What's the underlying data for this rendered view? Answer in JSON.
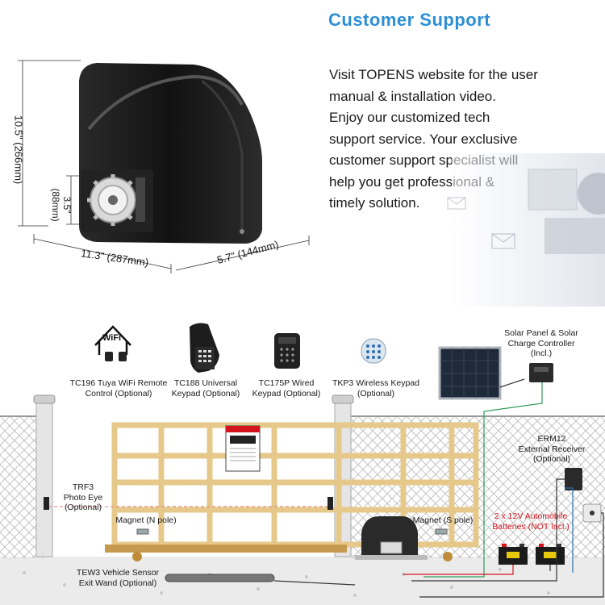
{
  "header": {
    "title": "Customer  Support"
  },
  "description": {
    "lines": [
      "Visit TOPENS website for the user",
      "manual & installation video.",
      "Enjoy our customized tech",
      "support service. Your exclusive",
      "customer support specialist will",
      "help you get professional &",
      "timely solution."
    ]
  },
  "dimensions": {
    "height": "10.5\" (266mm)",
    "gear_height_top": "3.5\"",
    "gear_height_bottom": "(88mm)",
    "width": "11.3\" (287mm)",
    "depth": "5.7\" (144mm)"
  },
  "accessories": {
    "wifi_icon_text": "WiFi",
    "tc196": [
      "TC196 Tuya WiFi Remote",
      "Control (Optional)"
    ],
    "tc188": [
      "TC188 Universal",
      "Keypad (Optional)"
    ],
    "tc175p": [
      "TC175P Wired",
      "Keypad (Optional)"
    ],
    "tkp3": [
      "TKP3 Wireless Keypad",
      "(Optional)"
    ],
    "solar": [
      "Solar Panel & Solar",
      "Charge Controller",
      "(Incl.)"
    ],
    "erm12": [
      "ERM12",
      "External Receiver",
      "(Optional)"
    ],
    "trf3": [
      "TRF3",
      "Photo Eye",
      "(Optional)"
    ],
    "magnet_n": "Magnet (N pole)",
    "magnet_s": "Magnet (S pole)",
    "batteries": [
      "2 x 12V Automobile",
      "Batteries (NOT Incl.)"
    ],
    "tew3": [
      "TEW3 Vehicle Sensor",
      "Exit Wand (Optional)"
    ]
  },
  "colors": {
    "title_blue": "#2b8fd6",
    "gate_tan": "#e6c98a",
    "warning_red": "#d4141c"
  }
}
